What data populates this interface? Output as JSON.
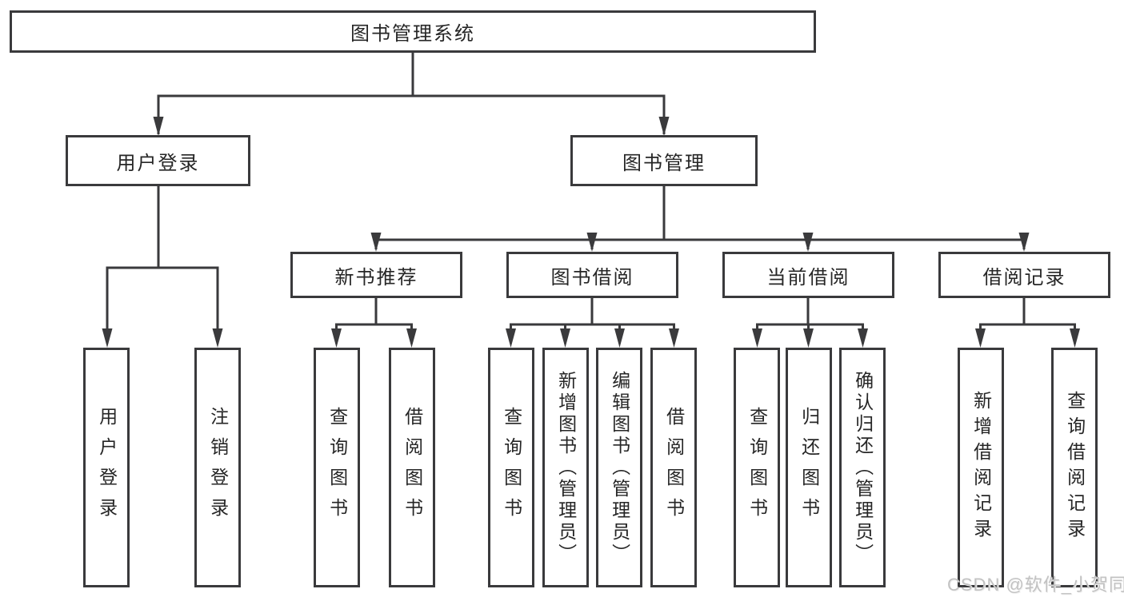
{
  "diagram": {
    "root": {
      "label": "图书管理系统"
    },
    "level2": [
      {
        "label": "用户登录",
        "children": [
          {
            "label": "用户登录"
          },
          {
            "label": "注销登录"
          }
        ]
      },
      {
        "label": "图书管理",
        "children": [
          {
            "label": "新书推荐",
            "children": [
              {
                "label": "查询图书"
              },
              {
                "label": "借阅图书"
              }
            ]
          },
          {
            "label": "图书借阅",
            "children": [
              {
                "label": "查询图书"
              },
              {
                "label": "新增图书（管理员）"
              },
              {
                "label": "编辑图书（管理员）"
              },
              {
                "label": "借阅图书"
              }
            ]
          },
          {
            "label": "当前借阅",
            "children": [
              {
                "label": "查询图书"
              },
              {
                "label": "归还图书"
              },
              {
                "label": "确认归还（管理员）"
              }
            ]
          },
          {
            "label": "借阅记录",
            "children": [
              {
                "label": "新增借阅记录"
              },
              {
                "label": "查询借阅记录"
              }
            ]
          }
        ]
      }
    ]
  },
  "watermark": "CSDN @软件_小贺同学",
  "colors": {
    "line": "#3a3a3c",
    "text": "#262626",
    "watermark": "#c2c2c2",
    "background": "#ffffff"
  }
}
